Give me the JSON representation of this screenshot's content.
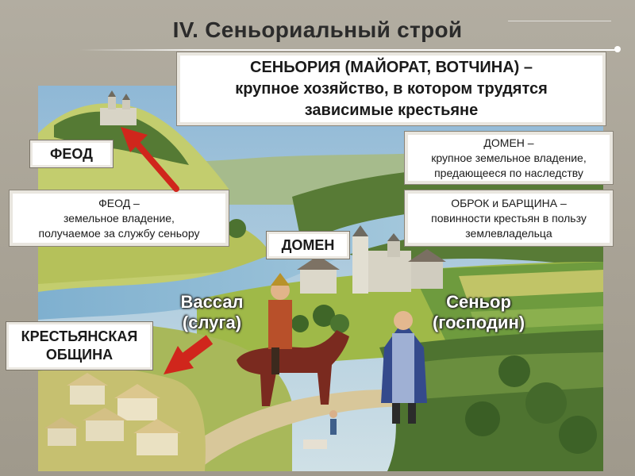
{
  "slide": {
    "title": "IV. Сеньориальный строй"
  },
  "callouts": {
    "seniory": {
      "line1": "СЕНЬОРИЯ (МАЙОРАТ, ВОТЧИНА) –",
      "line2": "крупное хозяйство, в котором трудятся",
      "line3": "зависимые крестьяне"
    },
    "feod_definition": {
      "line1": "ФЕОД –",
      "line2": "земельное владение,",
      "line3": "получаемое за службу сеньору"
    },
    "domen_definition": {
      "line1": "ДОМЕН –",
      "line2": "крупное земельное владение,",
      "line3": "предающееся по наследству"
    },
    "obrok_definition": {
      "line1": "ОБРОК и БАРЩИНА –",
      "line2": "повинности крестьян в пользу",
      "line3": "землевладельца"
    }
  },
  "labels": {
    "feod": "ФЕОД",
    "domen": "ДОМЕН",
    "community_line1": "КРЕСТЬЯНСКАЯ",
    "community_line2": "ОБЩИНА"
  },
  "map_labels": {
    "vassal_line1": "Вассал",
    "vassal_line2": "(слуга)",
    "senior_line1": "Сеньор",
    "senior_line2": "(господин)"
  },
  "colors": {
    "arrow": "#d0261c",
    "callout_border": "#e9e6df",
    "background": "#aba598"
  }
}
